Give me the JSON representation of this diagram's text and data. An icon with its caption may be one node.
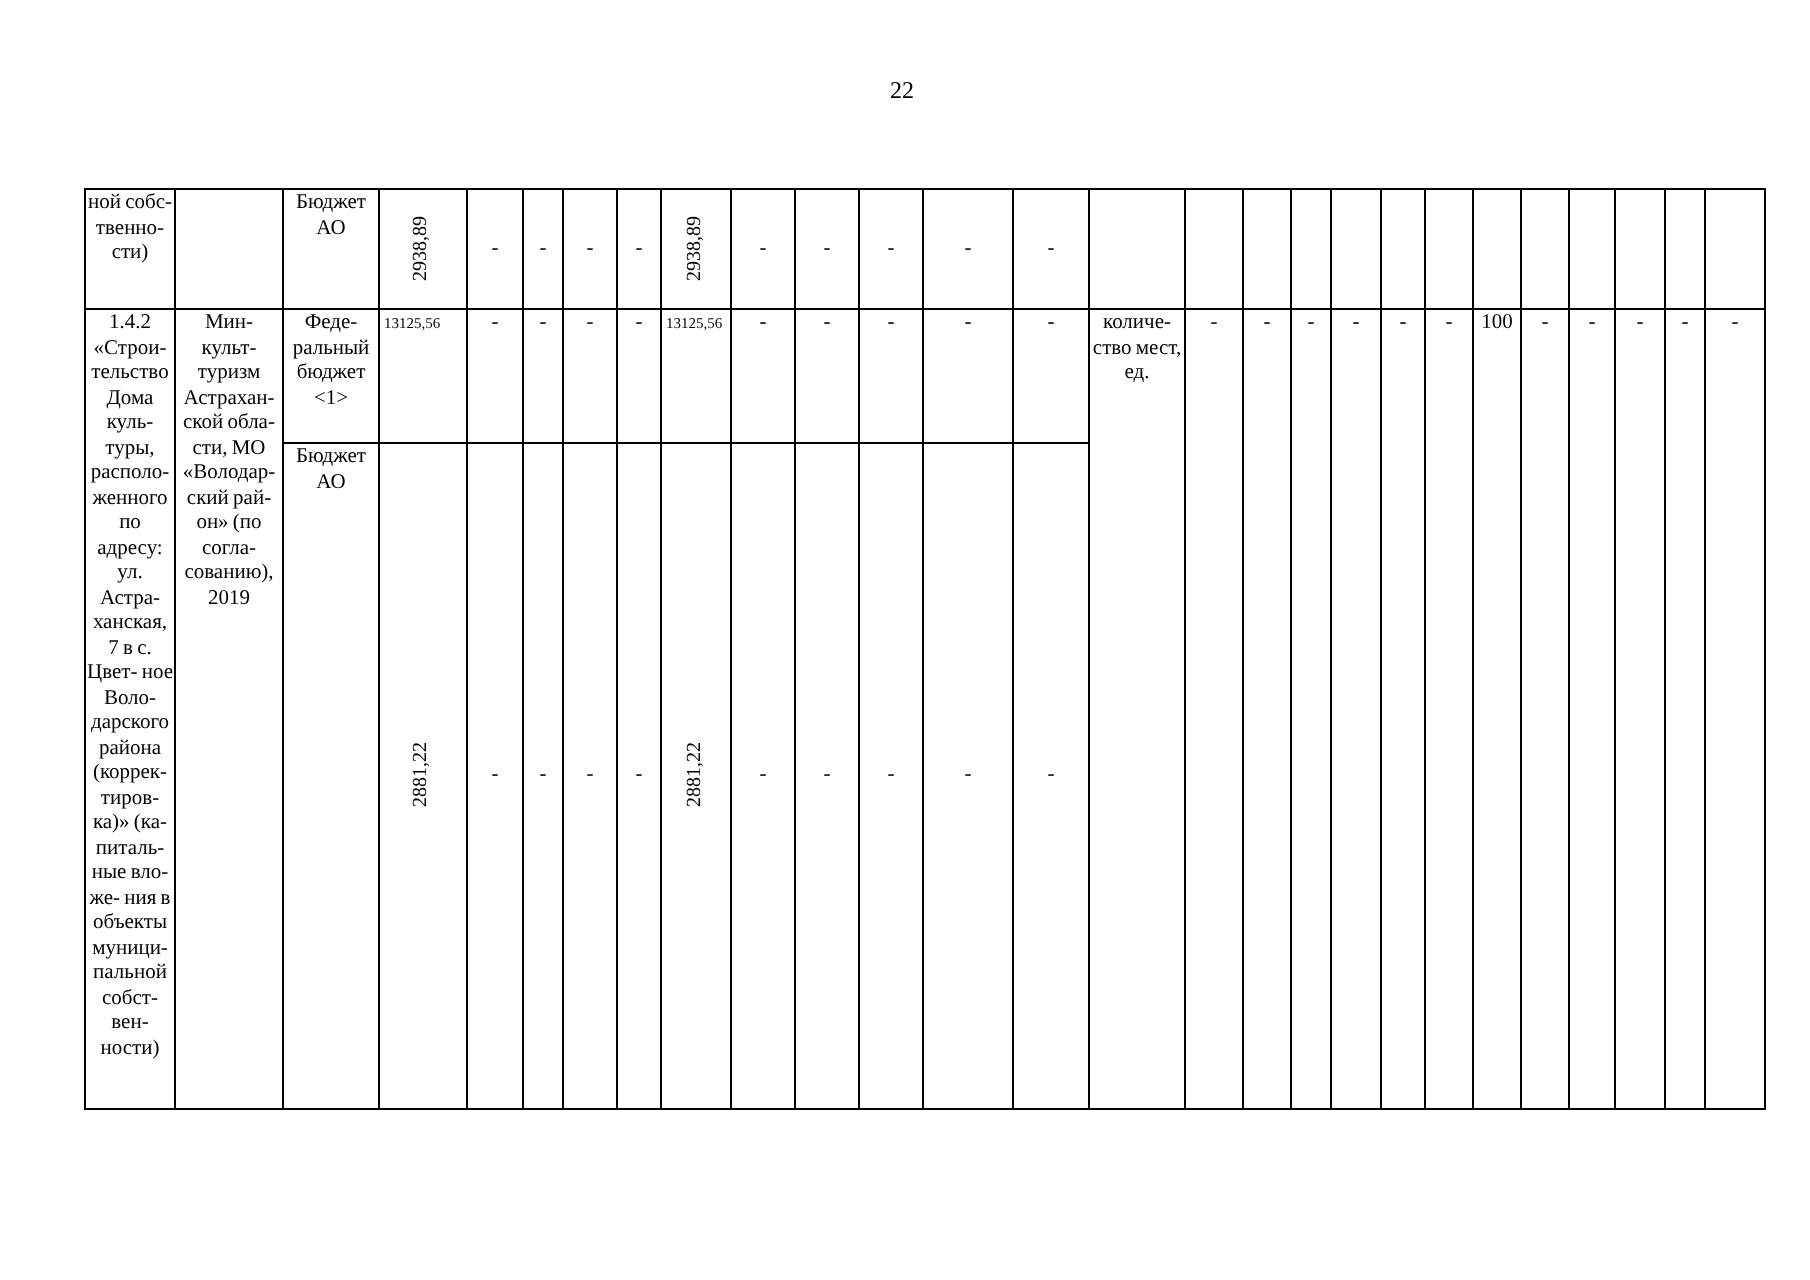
{
  "diagram": {
    "labels": [
      "22",
      "ной собс- твенно- сти)",
      "Бюджет АО",
      "2938,89",
      "-",
      "-",
      "-",
      "-",
      "2938,89",
      "-",
      "-",
      "-",
      "-",
      "-",
      "1.4.2 «Строи- тельство Дома куль- туры, располо- женного по адресу: ул. Астра- ханская, 7 в с. Цвет- ное Воло- дарского района (коррек- тиров- ка)» (ка- питаль- ные вло- же- ния в объекты муници- пальной собст- вен- ности)",
      "Мин- культ- туризм Астрахан- ской обла- сти, МО «Володар- ский рай- он» (по согла- сованию), 2019",
      "Феде- ральный бюджет <1>",
      "13125,56",
      "-",
      "-",
      "-",
      "-",
      "13125,56",
      "-",
      "-",
      "-",
      "-",
      "-",
      "количе- ство мест, ед.",
      "-",
      "-",
      "-",
      "-",
      "-",
      "-",
      "100",
      "-",
      "-",
      "-",
      "-",
      "-",
      "Бюджет АО",
      "2881,22",
      "-",
      "-",
      "-",
      "-",
      "2881,22",
      "-",
      "-",
      "-",
      "-",
      "-"
    ]
  }
}
